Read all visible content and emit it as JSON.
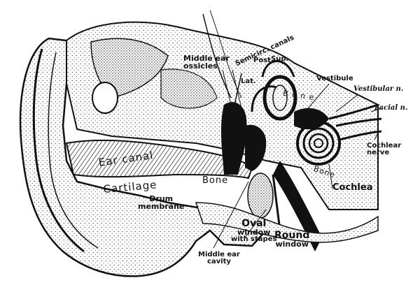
{
  "diagram": {
    "labels": {
      "middle_ear_ossicles": [
        "Middle ear",
        "ossicles"
      ],
      "semicircular_canals": "Semicirc. canals",
      "post": "Post.",
      "sup": "Sup.",
      "lat": "Lat.",
      "vestibule": "Vestibule",
      "vestibular_n": "Vestibular n.",
      "facial_n": "Facial n.",
      "bone_top": "B o n e",
      "bone_mid": "Bone",
      "bone_right": "Bone",
      "cochlear_nerve": [
        "Cochlear",
        "nerve"
      ],
      "cochlea": "Cochlea",
      "ear_canal": "Ear canal",
      "cartilage": "Cartilage",
      "drum_membrane": [
        "Drum",
        "membrane"
      ],
      "oval_window": [
        "Oval",
        "window",
        "with stapes"
      ],
      "round_window": [
        "Round",
        "window"
      ],
      "middle_ear_cavity": [
        "Middle ear",
        "cavity"
      ]
    }
  }
}
